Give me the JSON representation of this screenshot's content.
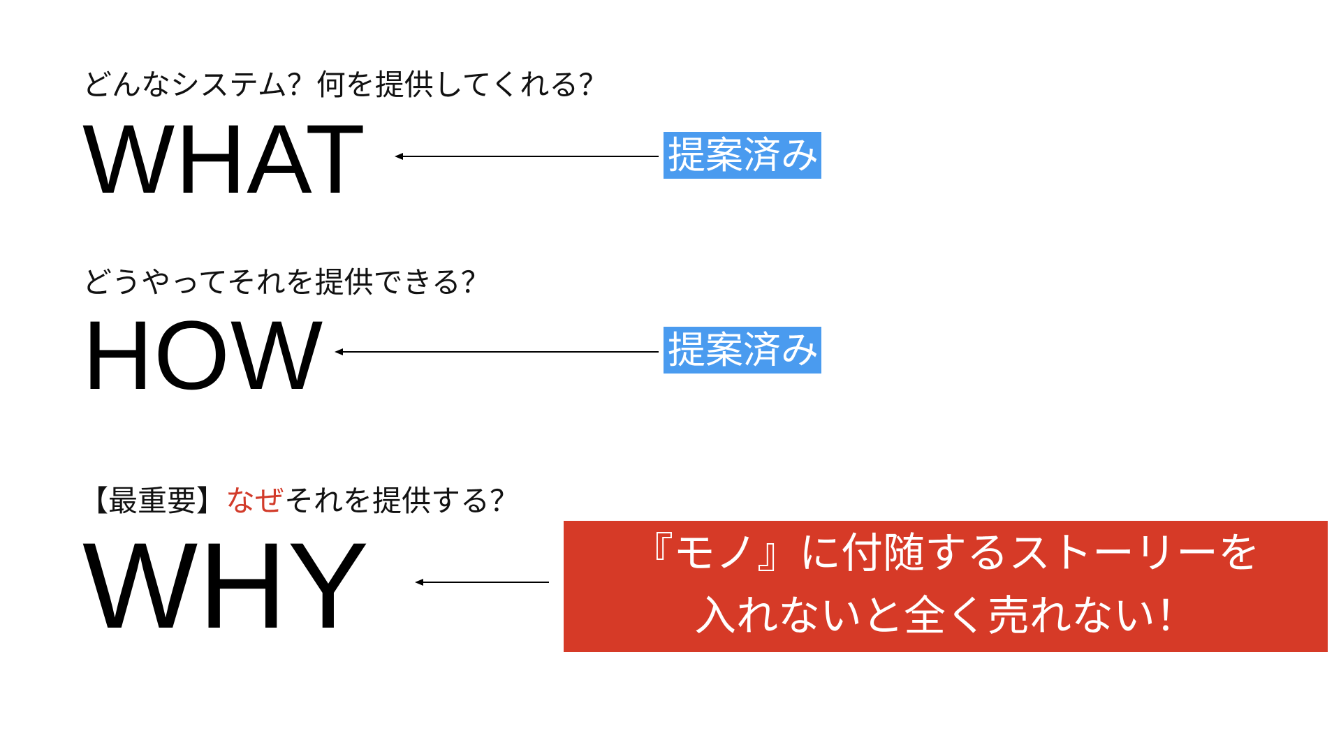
{
  "what": {
    "question": "どんなシステム？何を提供してくれる？",
    "word": "WHAT",
    "status": "提案済み"
  },
  "how": {
    "question": "どうやってそれを提供できる？",
    "word": "HOW",
    "status": "提案済み"
  },
  "why": {
    "question_prefix": "【最重要】",
    "question_highlight": "なぜ",
    "question_suffix": "それを提供する？",
    "word": "WHY",
    "callout_line1": "『モノ』に付随するストーリーを",
    "callout_line2": "入れないと全く売れない！"
  },
  "colors": {
    "badge_blue": "#4a9bef",
    "callout_red": "#d63a27",
    "highlight_red": "#d23b2a",
    "text": "#111111"
  },
  "icons": [
    "left-arrow-icon",
    "left-arrow-icon",
    "left-arrow-icon"
  ]
}
